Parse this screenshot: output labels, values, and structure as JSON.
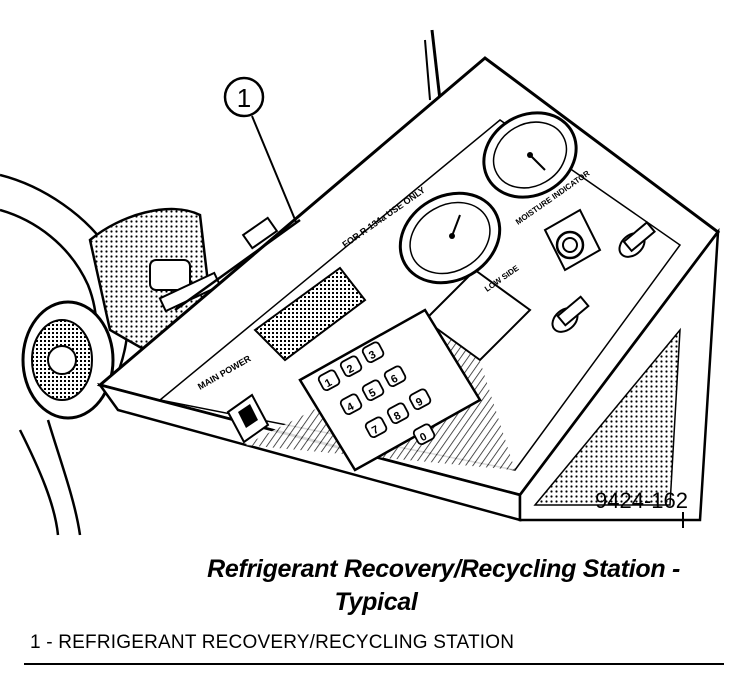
{
  "figure": {
    "callout_number": "1",
    "panel_label_fuel": "FOR R-134a\nUSE ONLY",
    "gauge_label_low": "LOW\nSIDE",
    "moisture_label": "MOISTURE\nINDICATOR",
    "switch_label_main": "MAIN\nPOWER",
    "keypad_keys": [
      "1",
      "2",
      "3",
      "4",
      "5",
      "6",
      "7",
      "8",
      "9",
      "0"
    ],
    "figure_number": "9424-162"
  },
  "caption": {
    "line1": "Refrigerant Recovery/Recycling Station -",
    "line2": "Typical"
  },
  "legend": {
    "items": [
      "1 - REFRIGERANT RECOVERY/RECYCLING STATION"
    ]
  }
}
